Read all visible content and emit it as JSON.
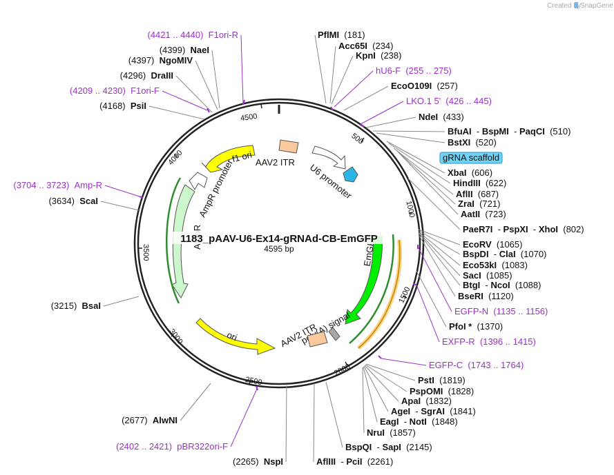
{
  "watermark": {
    "created_by": "Created by",
    "brand": "SnapGene"
  },
  "plasmid": {
    "name": "1183_pAAV-U6-Ex14-gRNAd-CB-EmGFP",
    "size": "4595 bp"
  },
  "scale_ticks": [
    "500",
    "1000",
    "1500",
    "2000",
    "2500",
    "3000",
    "3500",
    "4000",
    "4500"
  ],
  "features": {
    "f1_ori": "f1 ori",
    "aav2_itr_top": "AAV2 ITR",
    "u6_promoter": "U6 promoter",
    "ampr_promoter": "AmpR promoter",
    "ampr": "AmpR",
    "emgfp": "EmGFP",
    "polya": "poly(A) signal",
    "aav2_itr_bottom": "AAV2 ITR",
    "ori": "ori"
  },
  "highlight_label": "gRNA scaffold",
  "right_labels": [
    {
      "segs": [
        {
          "t": "PflMI",
          "b": true
        },
        {
          "t": "  (181)"
        }
      ]
    },
    {
      "segs": [
        {
          "t": "Acc65I",
          "b": true
        },
        {
          "t": "  (234)"
        }
      ]
    },
    {
      "segs": [
        {
          "t": "KpnI",
          "b": true
        },
        {
          "t": "  (238)"
        }
      ]
    },
    {
      "segs": [
        {
          "t": "hU6-F",
          "p": true
        },
        {
          "t": "  (255 .. 275)",
          "p": true
        }
      ]
    },
    {
      "segs": [
        {
          "t": "EcoO109I",
          "b": true
        },
        {
          "t": "  (257)"
        }
      ]
    },
    {
      "segs": [
        {
          "t": "LKO.1 5'",
          "p": true
        },
        {
          "t": "  (426 .. 445)",
          "p": true
        }
      ]
    },
    {
      "segs": [
        {
          "t": "NdeI",
          "b": true
        },
        {
          "t": "  (433)"
        }
      ]
    },
    {
      "segs": [
        {
          "t": "BfuAI",
          "b": true
        },
        {
          "t": "  - "
        },
        {
          "t": "BspMI",
          "b": true
        },
        {
          "t": "  - "
        },
        {
          "t": "PaqCI",
          "b": true
        },
        {
          "t": "  (510)"
        }
      ]
    },
    {
      "segs": [
        {
          "t": "BstXI",
          "b": true
        },
        {
          "t": "  (520)"
        }
      ]
    },
    {
      "segs": [
        {
          "t": "XbaI",
          "b": true
        },
        {
          "t": "  (606)"
        }
      ]
    },
    {
      "segs": [
        {
          "t": "HindIII",
          "b": true
        },
        {
          "t": "  (622)"
        }
      ]
    },
    {
      "segs": [
        {
          "t": "AflII",
          "b": true
        },
        {
          "t": "  (687)"
        }
      ]
    },
    {
      "segs": [
        {
          "t": "ZraI",
          "b": true
        },
        {
          "t": "  (721)"
        }
      ]
    },
    {
      "segs": [
        {
          "t": "AatII",
          "b": true
        },
        {
          "t": "  (723)"
        }
      ]
    },
    {
      "segs": [
        {
          "t": "PaeR7I",
          "b": true
        },
        {
          "t": "  - "
        },
        {
          "t": "PspXI",
          "b": true
        },
        {
          "t": "  - "
        },
        {
          "t": "XhoI",
          "b": true
        },
        {
          "t": "  (802)"
        }
      ]
    },
    {
      "segs": [
        {
          "t": "EcoRV",
          "b": true
        },
        {
          "t": "  (1065)"
        }
      ]
    },
    {
      "segs": [
        {
          "t": "BspDI",
          "b": true
        },
        {
          "t": "  - "
        },
        {
          "t": "ClaI",
          "b": true
        },
        {
          "t": "  (1070)"
        }
      ]
    },
    {
      "segs": [
        {
          "t": "Eco53kI",
          "b": true
        },
        {
          "t": "  (1083)"
        }
      ]
    },
    {
      "segs": [
        {
          "t": "SacI",
          "b": true
        },
        {
          "t": "  (1085)"
        }
      ]
    },
    {
      "segs": [
        {
          "t": "BtgI",
          "b": true
        },
        {
          "t": "  - "
        },
        {
          "t": "NcoI",
          "b": true
        },
        {
          "t": "  (1088)"
        }
      ]
    },
    {
      "segs": [
        {
          "t": "BseRI",
          "b": true
        },
        {
          "t": "  (1120)"
        }
      ]
    },
    {
      "segs": [
        {
          "t": "EGFP-N",
          "p": true
        },
        {
          "t": "  (1135 .. 1156)",
          "p": true
        }
      ]
    },
    {
      "segs": [
        {
          "t": "PfoI *",
          "b": true
        },
        {
          "t": "  (1370)"
        }
      ]
    },
    {
      "segs": [
        {
          "t": "EXFP-R",
          "p": true
        },
        {
          "t": "  (1396 .. 1415)",
          "p": true
        }
      ]
    },
    {
      "segs": [
        {
          "t": "EGFP-C",
          "p": true
        },
        {
          "t": "  (1743 .. 1764)",
          "p": true
        }
      ]
    },
    {
      "segs": [
        {
          "t": "PstI",
          "b": true
        },
        {
          "t": "  (1819)"
        }
      ]
    },
    {
      "segs": [
        {
          "t": "PspOMI",
          "b": true
        },
        {
          "t": "  (1828)"
        }
      ]
    },
    {
      "segs": [
        {
          "t": "ApaI",
          "b": true
        },
        {
          "t": "  (1832)"
        }
      ]
    },
    {
      "segs": [
        {
          "t": "AgeI",
          "b": true
        },
        {
          "t": "  - "
        },
        {
          "t": "SgrAI",
          "b": true
        },
        {
          "t": "  (1841)"
        }
      ]
    },
    {
      "segs": [
        {
          "t": "EagI",
          "b": true
        },
        {
          "t": "  - "
        },
        {
          "t": "NotI",
          "b": true
        },
        {
          "t": "  (1848)"
        }
      ]
    },
    {
      "segs": [
        {
          "t": "NruI",
          "b": true
        },
        {
          "t": "  (1857)"
        }
      ]
    },
    {
      "segs": [
        {
          "t": "BspQI",
          "b": true
        },
        {
          "t": "  - "
        },
        {
          "t": "SapI",
          "b": true
        },
        {
          "t": "  (2145)"
        }
      ]
    },
    {
      "segs": [
        {
          "t": "AflIII",
          "b": true
        },
        {
          "t": "  - "
        },
        {
          "t": "PciI",
          "b": true
        },
        {
          "t": "  (2261)"
        }
      ]
    }
  ],
  "left_labels": [
    {
      "segs": [
        {
          "t": "(4421 .. 4440)",
          "p": true
        },
        {
          "t": "  F1ori-R",
          "p": true
        }
      ]
    },
    {
      "segs": [
        {
          "t": "(4399)  "
        },
        {
          "t": "NaeI",
          "b": true
        }
      ]
    },
    {
      "segs": [
        {
          "t": "(4397)  "
        },
        {
          "t": "NgoMIV",
          "b": true
        }
      ]
    },
    {
      "segs": [
        {
          "t": "(4296)  "
        },
        {
          "t": "DraIII",
          "b": true
        }
      ]
    },
    {
      "segs": [
        {
          "t": "(4209 .. 4230)",
          "p": true
        },
        {
          "t": "  F1ori-F",
          "p": true
        }
      ]
    },
    {
      "segs": [
        {
          "t": "(4168)  "
        },
        {
          "t": "PsiI",
          "b": true
        }
      ]
    },
    {
      "segs": [
        {
          "t": "(3704 .. 3723)",
          "p": true
        },
        {
          "t": "  Amp-R",
          "p": true
        }
      ]
    },
    {
      "segs": [
        {
          "t": "(3634)  "
        },
        {
          "t": "ScaI",
          "b": true
        }
      ]
    },
    {
      "segs": [
        {
          "t": "(3215)  "
        },
        {
          "t": "BsaI",
          "b": true
        }
      ]
    },
    {
      "segs": [
        {
          "t": "(2677)  "
        },
        {
          "t": "AlwNI",
          "b": true
        }
      ]
    },
    {
      "segs": [
        {
          "t": "(2402 .. 2421)",
          "p": true
        },
        {
          "t": "  pBR322ori-F",
          "p": true
        }
      ]
    },
    {
      "segs": [
        {
          "t": "(2265)  "
        },
        {
          "t": "NspI",
          "b": true
        }
      ]
    }
  ]
}
